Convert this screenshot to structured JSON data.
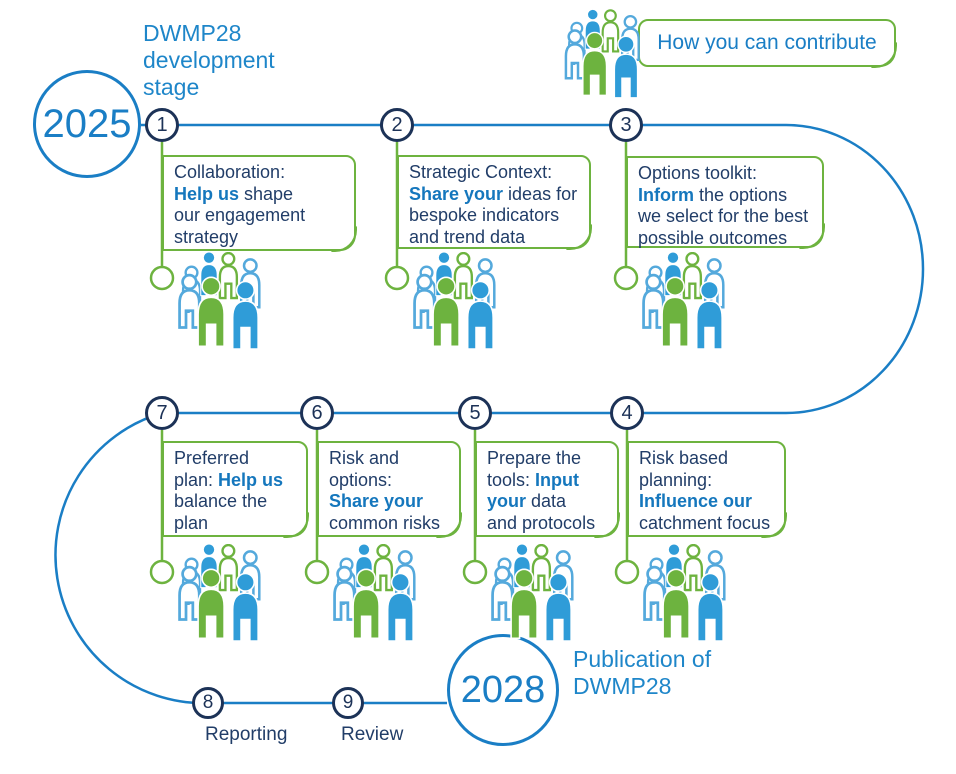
{
  "title": {
    "lines": [
      "DWMP28",
      "development",
      "stage"
    ]
  },
  "contribute": {
    "label": "How you can contribute"
  },
  "start_year": "2025",
  "end_year": "2028",
  "end_caption": {
    "lines": [
      "Publication of",
      "DWMP28"
    ]
  },
  "icons": {
    "people_group": "people-group-icon",
    "milestone_node": "milestone-node-circle"
  },
  "colors": {
    "line_blue": "#1a7ec5",
    "title_blue": "#1e86c9",
    "accent_blue": "#1577bd",
    "navy_text": "#213d68",
    "circle_navy": "#1c3257",
    "green": "#6db33f",
    "person_solid_blue": "#2f9cd8",
    "person_outline_blue": "#54a9dc"
  },
  "stages": [
    {
      "number": "1",
      "lines": [
        [
          {
            "t": "Collaboration:",
            "b": false
          }
        ],
        [
          {
            "t": "Help us",
            "b": true
          },
          {
            "t": " shape",
            "b": false
          }
        ],
        [
          {
            "t": "our engagement",
            "b": false
          }
        ],
        [
          {
            "t": "strategy",
            "b": false
          }
        ]
      ]
    },
    {
      "number": "2",
      "lines": [
        [
          {
            "t": "Strategic Context:",
            "b": false
          }
        ],
        [
          {
            "t": "Share your",
            "b": true
          },
          {
            "t": " ideas for",
            "b": false
          }
        ],
        [
          {
            "t": "bespoke indicators",
            "b": false
          }
        ],
        [
          {
            "t": "and trend data",
            "b": false
          }
        ]
      ]
    },
    {
      "number": "3",
      "lines": [
        [
          {
            "t": "Options toolkit:",
            "b": false
          }
        ],
        [
          {
            "t": "Inform",
            "b": true
          },
          {
            "t": " the options",
            "b": false
          }
        ],
        [
          {
            "t": "we select for the best",
            "b": false
          }
        ],
        [
          {
            "t": "possible outcomes",
            "b": false
          }
        ]
      ]
    },
    {
      "number": "4",
      "lines": [
        [
          {
            "t": "Risk based",
            "b": false
          }
        ],
        [
          {
            "t": "planning:",
            "b": false
          }
        ],
        [
          {
            "t": "Influence our",
            "b": true
          }
        ],
        [
          {
            "t": "catchment focus",
            "b": false
          }
        ]
      ]
    },
    {
      "number": "5",
      "lines": [
        [
          {
            "t": "Prepare the",
            "b": false
          }
        ],
        [
          {
            "t": "tools: ",
            "b": false
          },
          {
            "t": "Input",
            "b": true
          }
        ],
        [
          {
            "t": "your",
            "b": true
          },
          {
            "t": " data",
            "b": false
          }
        ],
        [
          {
            "t": "and protocols",
            "b": false
          }
        ]
      ]
    },
    {
      "number": "6",
      "lines": [
        [
          {
            "t": "Risk and",
            "b": false
          }
        ],
        [
          {
            "t": "options:",
            "b": false
          }
        ],
        [
          {
            "t": "Share your",
            "b": true
          }
        ],
        [
          {
            "t": "common risks",
            "b": false
          }
        ]
      ]
    },
    {
      "number": "7",
      "lines": [
        [
          {
            "t": "Preferred",
            "b": false
          }
        ],
        [
          {
            "t": "plan: ",
            "b": false
          },
          {
            "t": "Help us",
            "b": true
          }
        ],
        [
          {
            "t": "balance the",
            "b": false
          }
        ],
        [
          {
            "t": "plan",
            "b": false
          }
        ]
      ]
    },
    {
      "number": "8",
      "label": "Reporting"
    },
    {
      "number": "9",
      "label": "Review"
    }
  ]
}
